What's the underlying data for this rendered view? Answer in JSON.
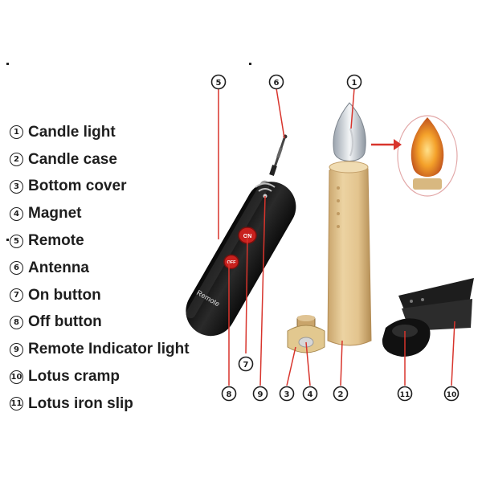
{
  "legend": [
    {
      "num": "1",
      "label": "Candle light"
    },
    {
      "num": "2",
      "label": "Candle case"
    },
    {
      "num": "3",
      "label": "Bottom cover"
    },
    {
      "num": "4",
      "label": "Magnet"
    },
    {
      "num": "5",
      "label": "Remote"
    },
    {
      "num": "6",
      "label": "Antenna"
    },
    {
      "num": "7",
      "label": "On button"
    },
    {
      "num": "8",
      "label": "Off button"
    },
    {
      "num": "9",
      "label": "Remote Indicator light"
    },
    {
      "num": "10",
      "label": "Lotus cramp"
    },
    {
      "num": "11",
      "label": "Lotus iron slip"
    }
  ],
  "remote": {
    "on_label": "ON",
    "off_label": "OFF",
    "brand_label": "Remote"
  },
  "callouts": {
    "top": [
      "5",
      "6",
      "1"
    ],
    "bottom": [
      "8",
      "9",
      "3",
      "4",
      "2",
      "11",
      "10"
    ],
    "seven": "7"
  },
  "colors": {
    "callout_line": "#d8342c",
    "remote_body": "#1b1b1b",
    "button_red": "#c8211e",
    "candle_case": "#e6c896",
    "flame": "#f0a030"
  }
}
